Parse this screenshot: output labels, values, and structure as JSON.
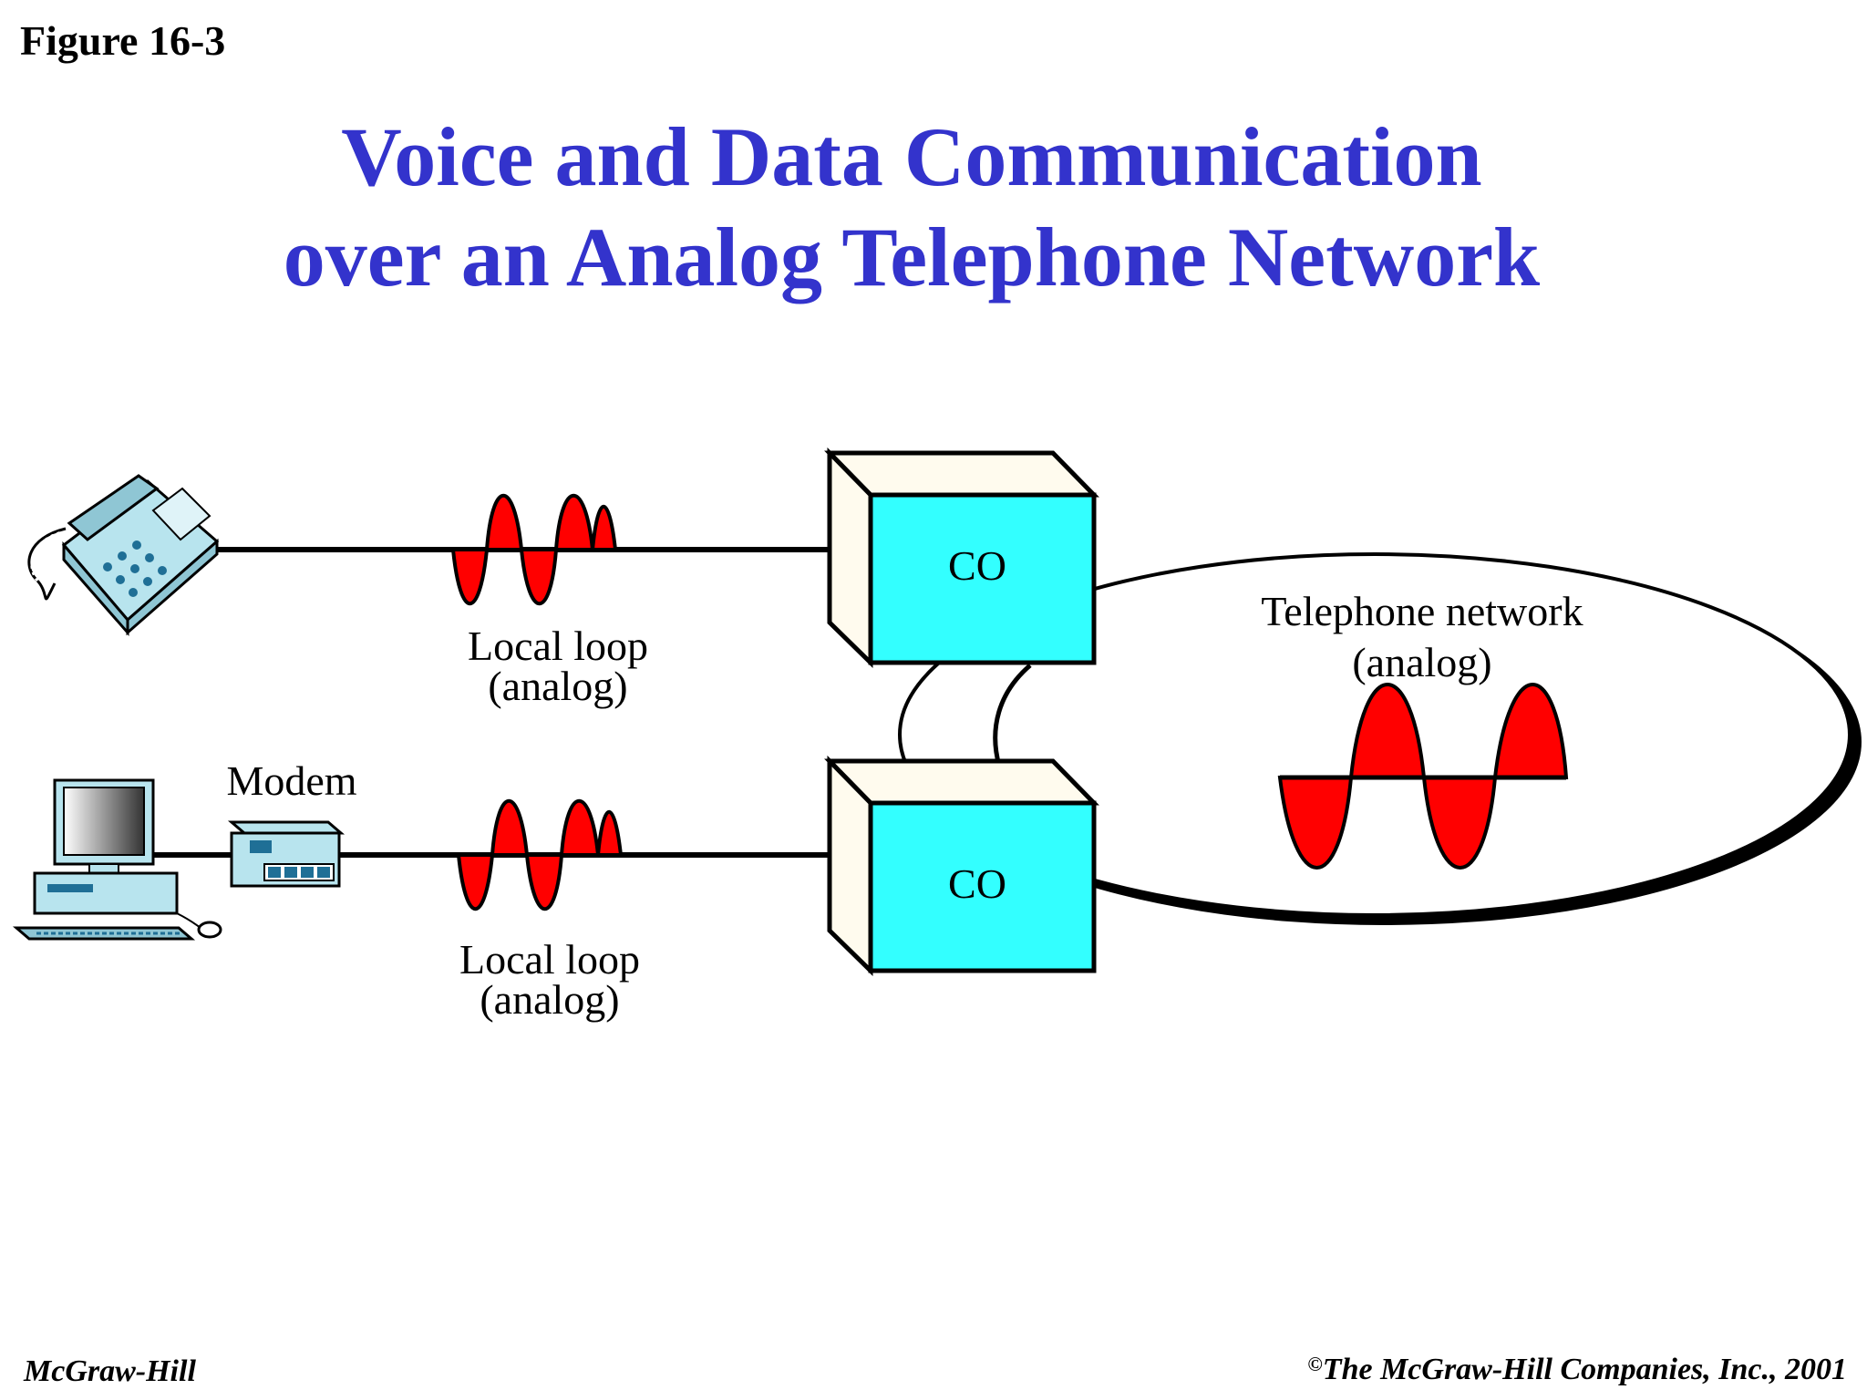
{
  "figure_label": "Figure 16-3",
  "title": {
    "line1": "Voice and Data Communication",
    "line2": "over an Analog Telephone Network"
  },
  "nodes": {
    "co_top": "CO",
    "co_bottom": "CO",
    "modem": "Modem",
    "network_line1": "Telephone network",
    "network_line2": "(analog)"
  },
  "links": {
    "top_loop_line1": "Local loop",
    "top_loop_line2": "(analog)",
    "bottom_loop_line1": "Local loop",
    "bottom_loop_line2": "(analog)"
  },
  "footer": {
    "publisher": "McGraw-Hill",
    "copyright_symbol": "©",
    "copyright": "The McGraw-Hill Companies, Inc., 2001"
  },
  "colors": {
    "title": "#3333cc",
    "co_box": "#33ffff",
    "co_side": "#fffbee",
    "wave": "#ff0000",
    "device": "#b8e4ee"
  }
}
